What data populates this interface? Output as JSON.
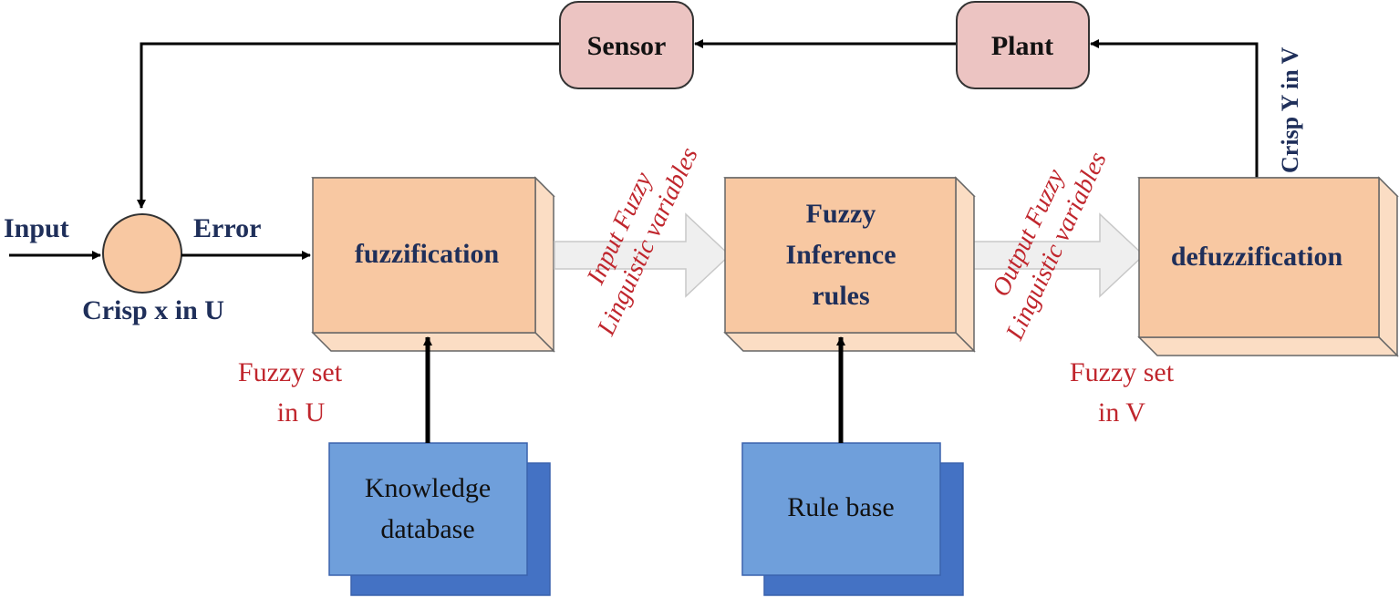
{
  "blocks": {
    "sensor": "Sensor",
    "plant": "Plant",
    "fuzzification": "fuzzification",
    "inference": [
      "Fuzzy",
      "Inference",
      "rules"
    ],
    "defuzzification": "defuzzification",
    "knowledge": [
      "Knowledge",
      "database"
    ],
    "rule_base": "Rule base"
  },
  "signals": {
    "input": "Input",
    "error": "Error",
    "crisp_x": "Crisp x in U",
    "crisp_y": "Crisp Y in V",
    "fuzzy_set_u": [
      "Fuzzy set",
      "in U"
    ],
    "fuzzy_set_v": [
      "Fuzzy set",
      "in V"
    ],
    "input_fuzzy": [
      "Input Fuzzy",
      "Linguistic variables"
    ],
    "output_fuzzy": [
      "Output Fuzzy",
      "Linguistic variables"
    ]
  },
  "colors": {
    "process_block": "#f8c8a2",
    "process_block_side": "#fbddc4",
    "feedback_block": "#ecc4c2",
    "database_front": "#6f9fdb",
    "database_back": "#4472c4",
    "summing_junction": "#f8c8a2",
    "navy_text": "#1f2f5a",
    "red_text": "#c0262d"
  }
}
